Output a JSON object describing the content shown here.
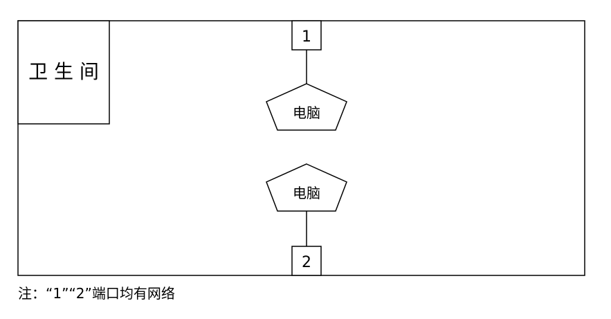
{
  "diagram": {
    "room_label": "卫 生 间",
    "port_top_label": "1",
    "port_bottom_label": "2",
    "computer_top_label": "电脑",
    "computer_bottom_label": "电脑"
  },
  "note": {
    "text": "注：“1”“2”端口均有网络"
  }
}
